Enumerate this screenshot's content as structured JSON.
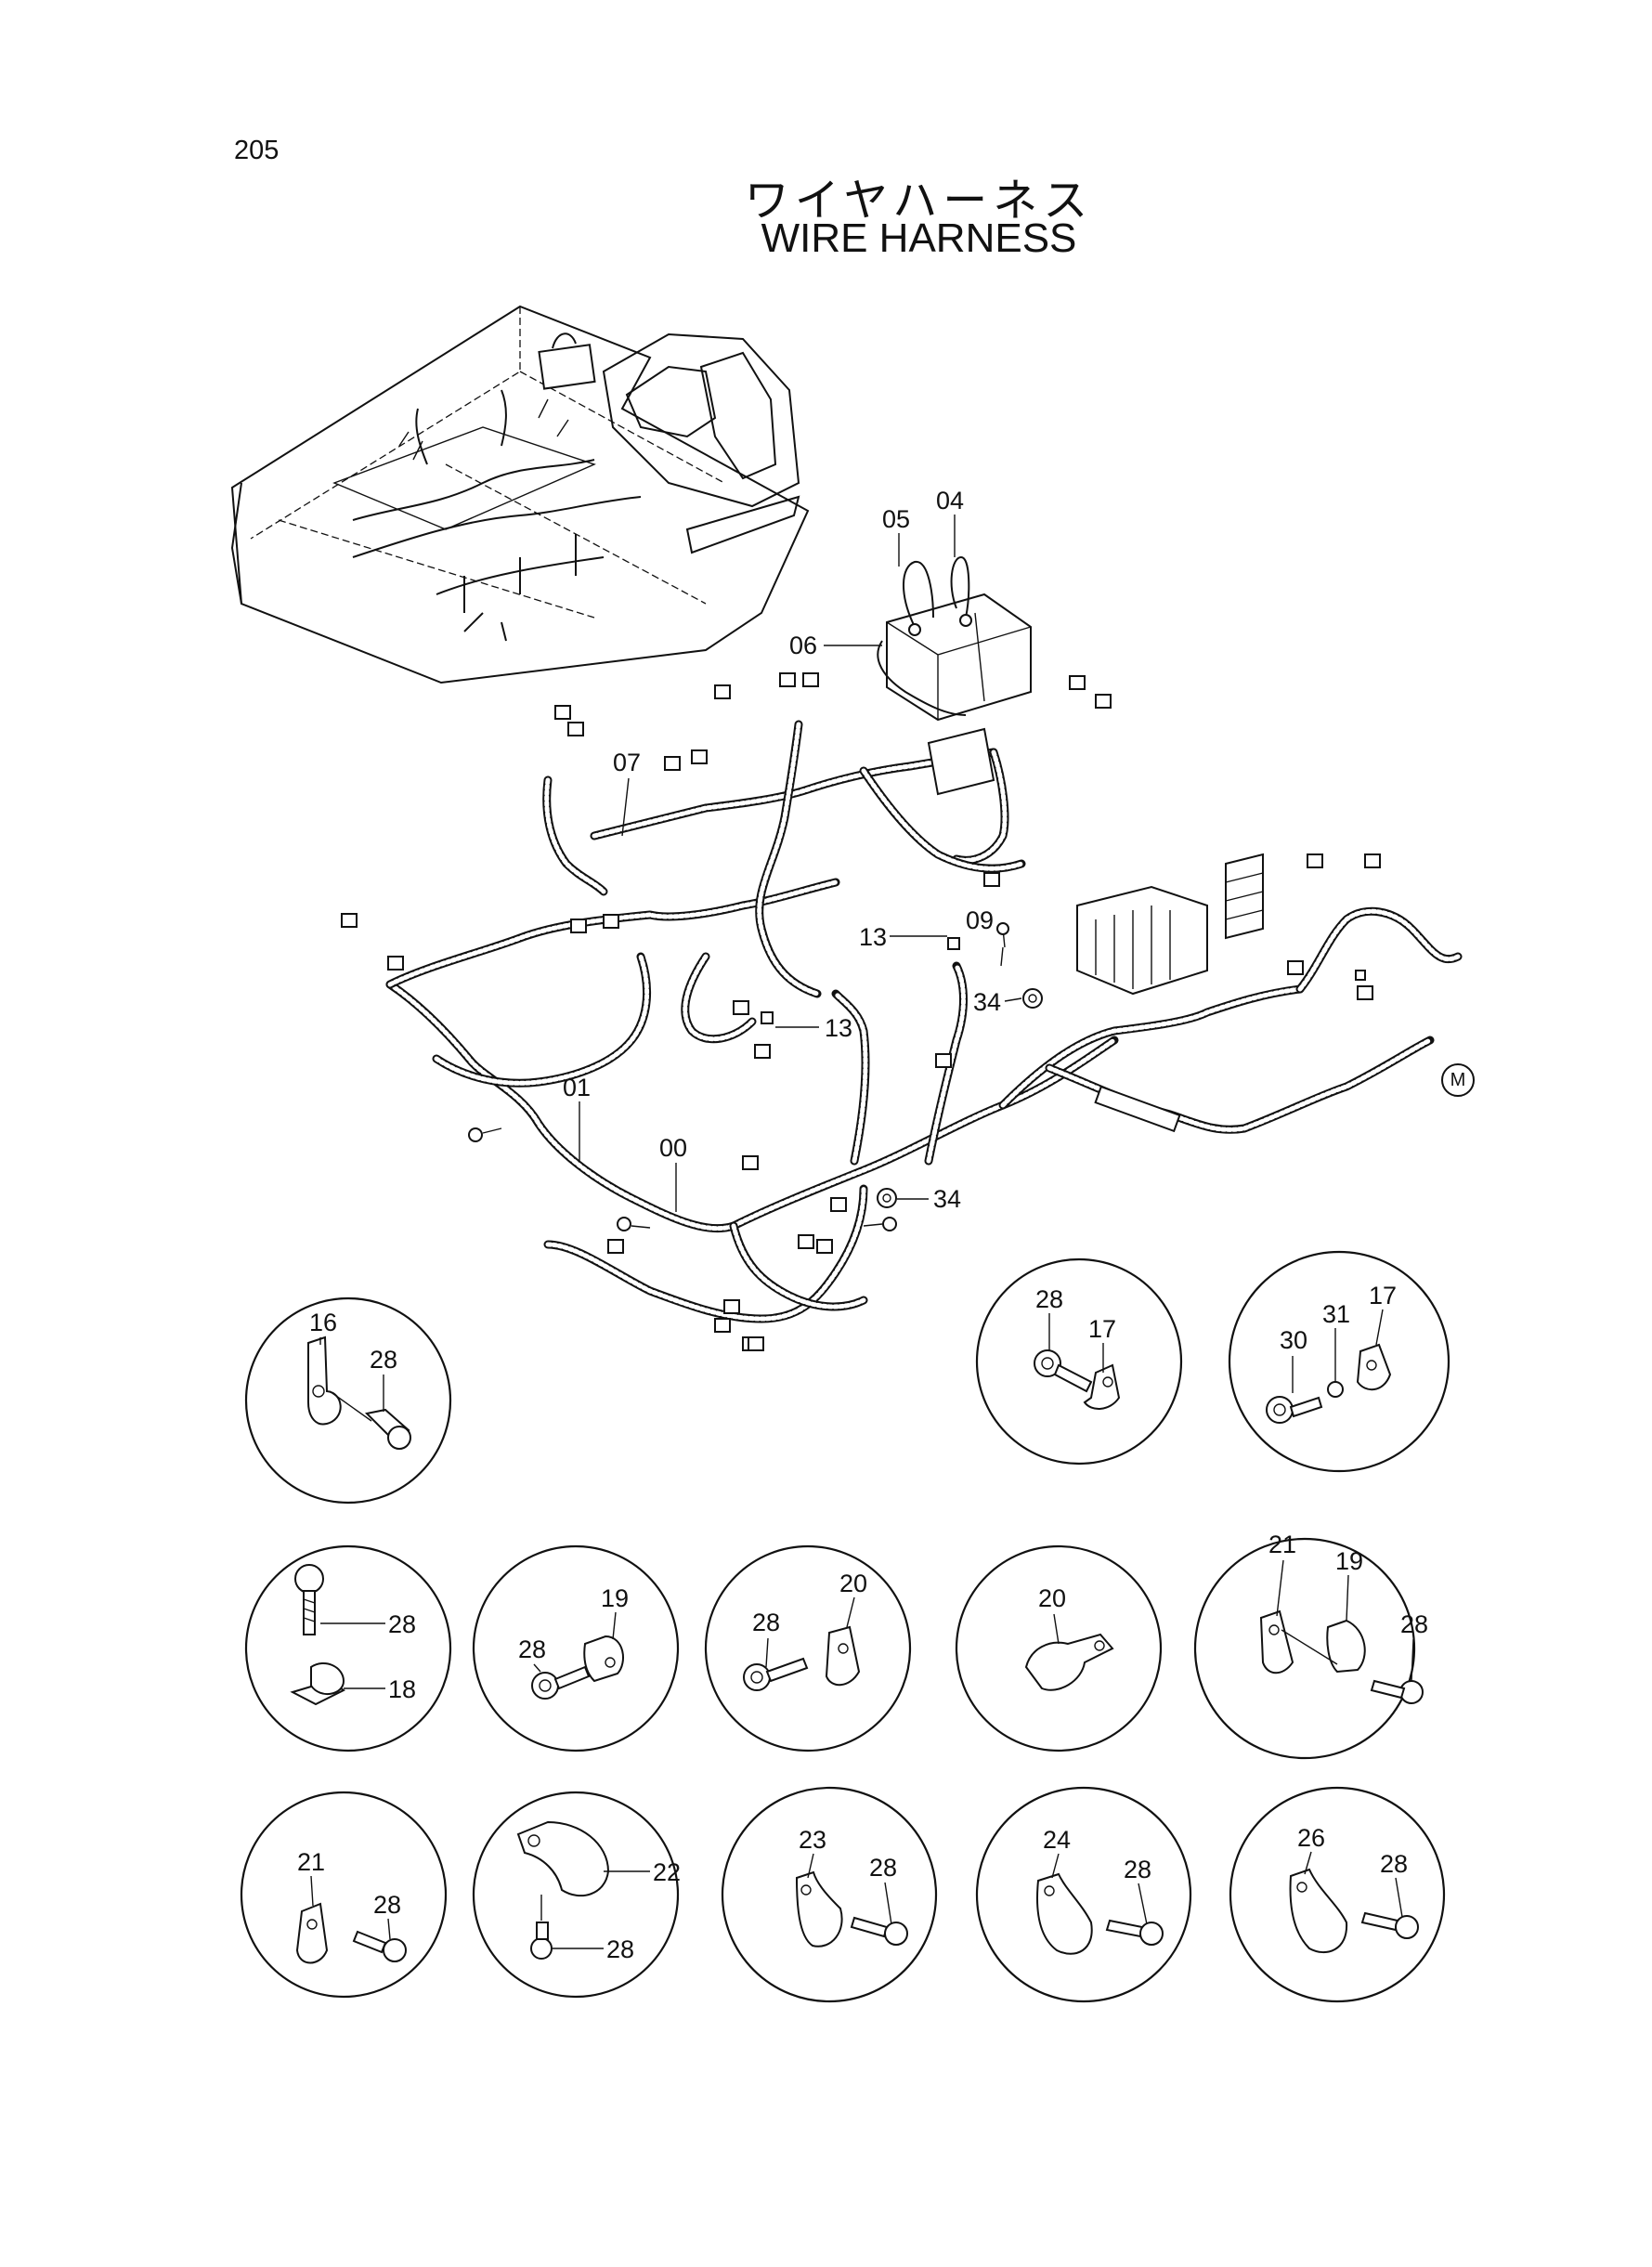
{
  "page_number": "205",
  "title_jp": "ワイヤハーネス",
  "title_en": "WIRE  HARNESS",
  "corner_mark": "M",
  "callouts": {
    "c00": "00",
    "c01": "01",
    "c04": "04",
    "c05": "05",
    "c06": "06",
    "c07": "07",
    "c09": "09",
    "c13a": "13",
    "c13b": "13",
    "c34a": "34",
    "c34b": "34"
  },
  "details": [
    {
      "labels": [
        "16",
        "28"
      ]
    },
    {
      "labels": [
        "28",
        "17"
      ]
    },
    {
      "labels": [
        "30",
        "31",
        "17"
      ]
    },
    {
      "labels": [
        "28",
        "18"
      ]
    },
    {
      "labels": [
        "19",
        "28"
      ]
    },
    {
      "labels": [
        "20",
        "28"
      ]
    },
    {
      "labels": [
        "20"
      ]
    },
    {
      "labels": [
        "21",
        "19",
        "28"
      ]
    },
    {
      "labels": [
        "21",
        "28"
      ]
    },
    {
      "labels": [
        "22",
        "28"
      ]
    },
    {
      "labels": [
        "23",
        "28"
      ]
    },
    {
      "labels": [
        "24",
        "28"
      ]
    },
    {
      "labels": [
        "26",
        "28"
      ]
    }
  ]
}
